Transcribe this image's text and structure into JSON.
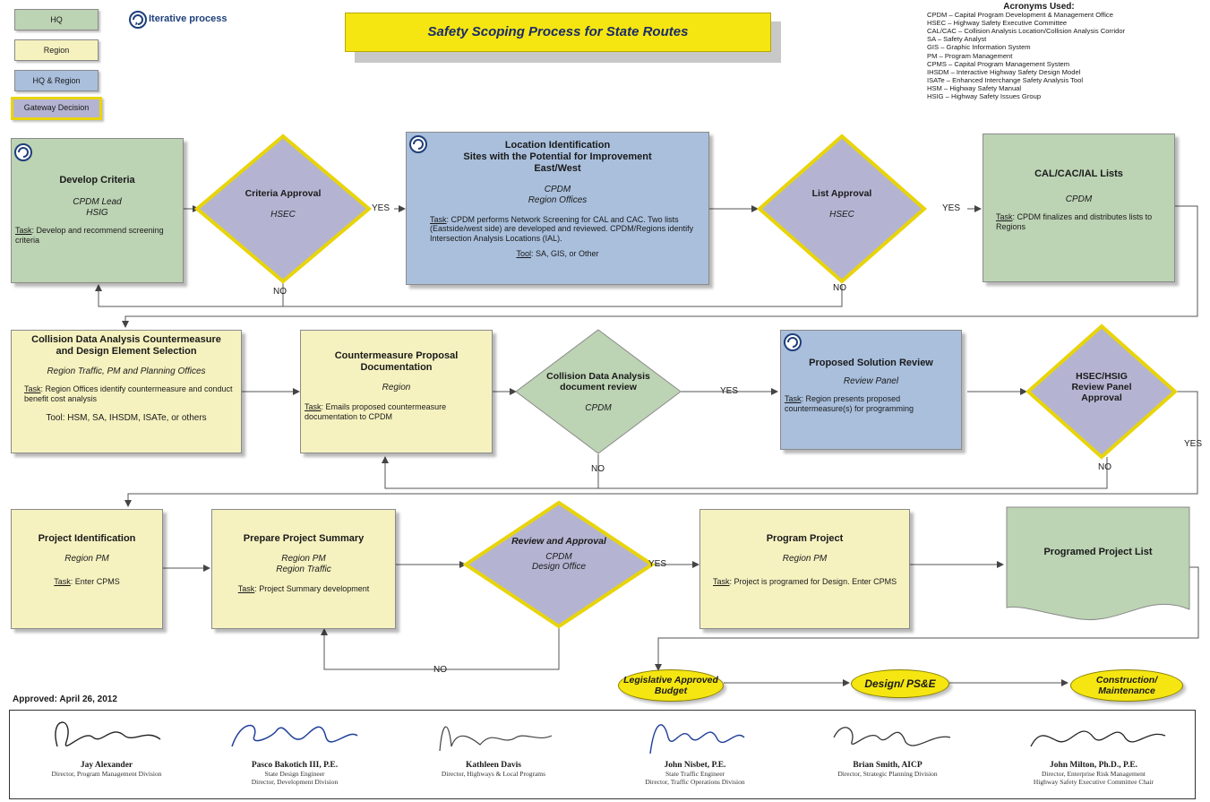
{
  "title": "Safety Scoping Process for State Routes",
  "legend": {
    "hq": "HQ",
    "region": "Region",
    "hq_region": "HQ & Region",
    "gateway": "Gateway Decision",
    "iterative": "Iterative process"
  },
  "acronyms": {
    "heading": "Acronyms Used:",
    "items": [
      "CPDM – Capital Program Development & Management Office",
      "HSEC – Highway Safety Executive Committee",
      "CAL/CAC – Collision Analysis Location/Collision Analysis Corridor",
      "SA – Safety Analyst",
      "GIS – Graphic Information System",
      "PM – Program Management",
      "CPMS – Capital Program Management System",
      "IHSDM – Interactive Highway Safety Design Model",
      "ISATe – Enhanced Interchange Safety Analysis Tool",
      "HSM – Highway Safety Manual",
      "HSIG – Highway Safety Issues Group"
    ]
  },
  "row1": {
    "develop": {
      "title": "Develop Criteria",
      "lead1": "CPDM Lead",
      "lead2": "HSIG",
      "task_label": "Task",
      "task": ": Develop and recommend screening criteria"
    },
    "criteria_approval": {
      "title": "Criteria Approval",
      "sub": "HSEC"
    },
    "location": {
      "title1": "Location Identification",
      "title2": "Sites with the Potential for Improvement",
      "title3": "East/West",
      "sub1": "CPDM",
      "sub2": "Region Offices",
      "task_label": "Task",
      "task": ": CPDM performs Network Screening for CAL and CAC. Two lists (Eastside/west side) are developed and reviewed. CPDM/Regions identify Intersection Analysis Locations (IAL).",
      "tool_label": "Tool",
      "tool": ": SA, GIS, or Other"
    },
    "list_approval": {
      "title": "List Approval",
      "sub": "HSEC"
    },
    "lists": {
      "title": "CAL/CAC/IAL Lists",
      "sub": "CPDM",
      "task_label": "Task",
      "task": ": CPDM finalizes and distributes lists to Regions"
    }
  },
  "row2": {
    "collision": {
      "title": "Collision Data Analysis Countermeasure and Design Element Selection",
      "sub": "Region Traffic, PM and Planning Offices",
      "task_label": "Task",
      "task": ": Region Offices identify countermeasure and conduct benefit cost analysis",
      "tool": "Tool: HSM, SA, IHSDM, ISATe, or others"
    },
    "proposal": {
      "title": "Countermeasure Proposal Documentation",
      "sub": "Region",
      "task_label": "Task",
      "task": ": Emails proposed countermeasure documentation to CPDM"
    },
    "doc_review": {
      "title": "Collision Data Analysis document review",
      "sub": "CPDM"
    },
    "solution": {
      "title": "Proposed Solution Review",
      "sub": "Review Panel",
      "task_label": "Task",
      "task": ": Region presents proposed countermeasure(s) for programming"
    },
    "panel": {
      "title": "HSEC/HSIG Review Panel Approval"
    }
  },
  "row3": {
    "project_id": {
      "title": "Project Identification",
      "sub": "Region PM",
      "task_label": "Task",
      "task": ": Enter CPMS"
    },
    "summary": {
      "title": "Prepare Project Summary",
      "sub1": "Region PM",
      "sub2": "Region Traffic",
      "task_label": "Task",
      "task": ": Project Summary development"
    },
    "review": {
      "title": "Review and Approval",
      "sub1": "CPDM",
      "sub2": "Design Office"
    },
    "program": {
      "title": "Program Project",
      "sub": "Region PM",
      "task_label": "Task",
      "task": ": Project is programed for Design. Enter CPMS"
    },
    "list": {
      "title": "Programed Project List"
    }
  },
  "row4": {
    "budget": "Legislative Approved Budget",
    "design": "Design/ PS&E",
    "construction": "Construction/ Maintenance"
  },
  "labels": {
    "yes": "YES",
    "no": "NO"
  },
  "approved": "Approved:  April 26, 2012",
  "signatures": [
    {
      "name": "Jay Alexander",
      "title1": "Director, Program Management Division",
      "title2": ""
    },
    {
      "name": "Pasco Bakotich III, P.E.",
      "title1": "State Design Engineer",
      "title2": "Director, Development Division"
    },
    {
      "name": "Kathleen Davis",
      "title1": "Director, Highways & Local Programs",
      "title2": ""
    },
    {
      "name": "John Nisbet, P.E.",
      "title1": "State Traffic Engineer",
      "title2": "Director, Traffic Operations Division"
    },
    {
      "name": "Brian Smith, AICP",
      "title1": "Director, Strategic Planning Division",
      "title2": ""
    },
    {
      "name": "John Milton, Ph.D., P.E.",
      "title1": "Director, Enterprise Risk Management",
      "title2": "Highway Safety Executive Committee Chair"
    }
  ],
  "colors": {
    "hq": "#bcd3b4",
    "region": "#f6f2c0",
    "hq_region": "#a9bfdc",
    "gateway": "#b4b4d2",
    "gateway_border": "#e8d40a",
    "oval": "#f5e611",
    "title_bar": "#f5e611"
  }
}
